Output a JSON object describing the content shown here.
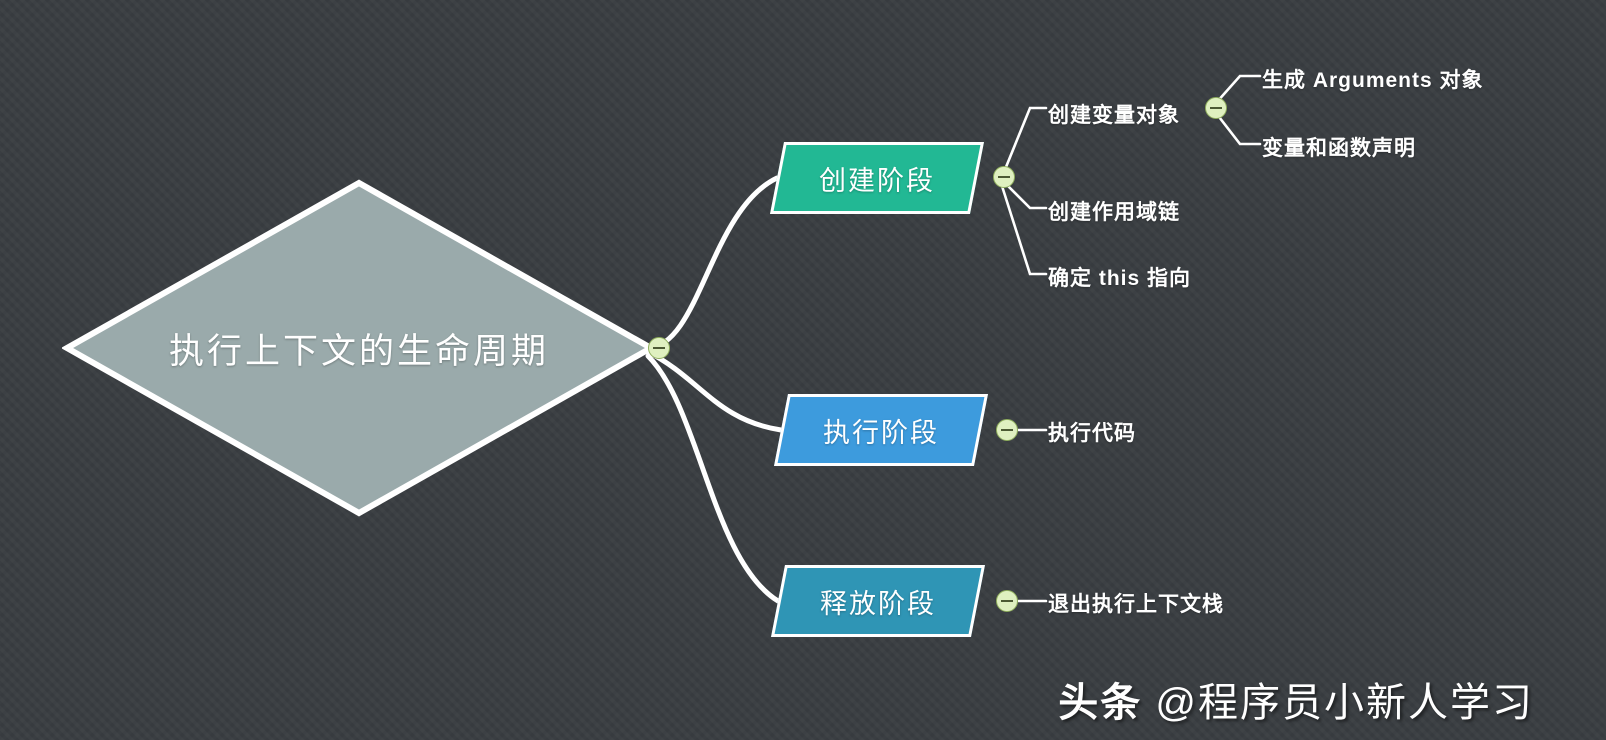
{
  "diagram": {
    "type": "mindmap",
    "title": "执行上下文的生命周期",
    "background_color": "#3a3e42",
    "root": {
      "label": "执行上下文的生命周期",
      "shape": "diamond",
      "fill_color": "#9aaaab",
      "border_color": "#ffffff",
      "text_color": "#ffffff",
      "toggle": "collapse-minus"
    },
    "branches": [
      {
        "label": "创建阶段",
        "shape": "parallelogram",
        "fill_color": "#22b894",
        "border_color": "#ffffff",
        "text_color": "#ffffff",
        "toggle": "collapse-minus",
        "children": [
          {
            "label": "创建变量对象",
            "toggle": "collapse-minus",
            "children": [
              {
                "label": "生成 Arguments 对象"
              },
              {
                "label": "变量和函数声明"
              }
            ]
          },
          {
            "label": "创建作用域链"
          },
          {
            "label": "确定 this 指向"
          }
        ]
      },
      {
        "label": "执行阶段",
        "shape": "parallelogram",
        "fill_color": "#3d9bdd",
        "border_color": "#ffffff",
        "text_color": "#ffffff",
        "toggle": "collapse-minus",
        "children": [
          {
            "label": "执行代码"
          }
        ]
      },
      {
        "label": "释放阶段",
        "shape": "parallelogram",
        "fill_color": "#2f95b5",
        "border_color": "#ffffff",
        "text_color": "#ffffff",
        "toggle": "collapse-minus",
        "children": [
          {
            "label": "退出执行上下文栈"
          }
        ]
      }
    ]
  },
  "watermark": {
    "brand": "头条",
    "handle": "@程序员小新人学习"
  },
  "colors": {
    "edge": "#ffffff",
    "toggle_fill": "#dff0c0",
    "toggle_border": "#8fae5d",
    "toggle_glyph": "#4c5a33"
  }
}
